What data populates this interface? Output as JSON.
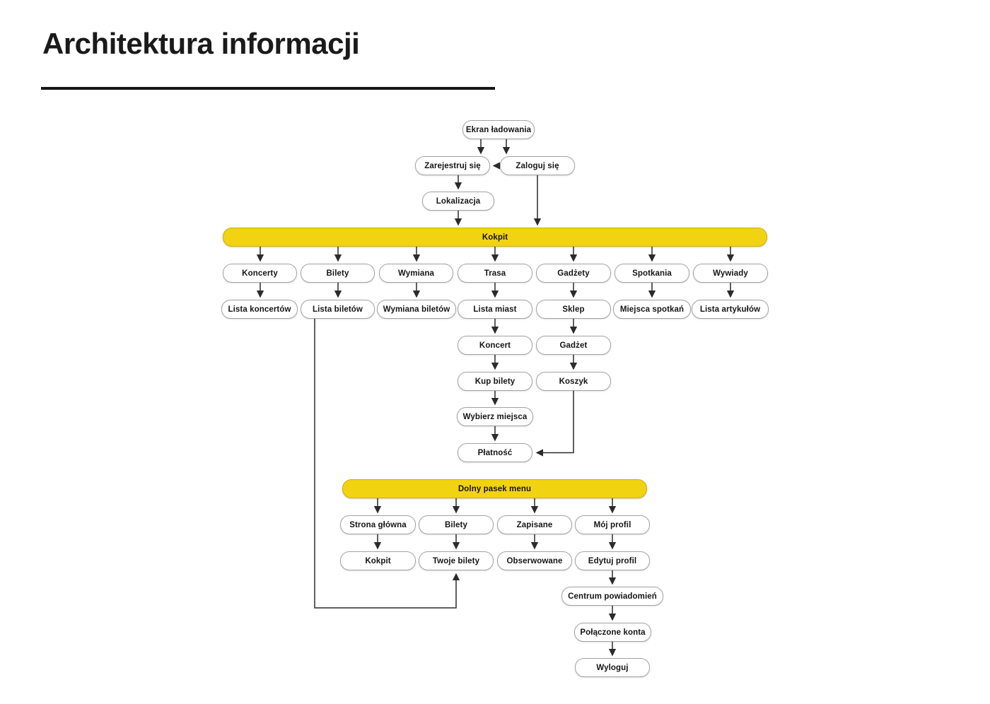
{
  "page": {
    "title": "Architektura informacji"
  },
  "colors": {
    "background": "#ffffff",
    "accent_yellow": "#f2d311",
    "box_border": "#a3a3a3",
    "arrow": "#2b2b2b",
    "text": "#161616"
  },
  "nodes": {
    "ekran_ladowania": "Ekran ładowania",
    "zarejestruj_sie": "Zarejestruj się",
    "zaloguj_sie": "Zaloguj się",
    "lokalizacja": "Lokalizacja",
    "kokpit_bar": "Kokpit",
    "koncerty": "Koncerty",
    "bilety": "Bilety",
    "wymiana": "Wymiana",
    "trasa": "Trasa",
    "gadzety": "Gadżety",
    "spotkania": "Spotkania",
    "wywiady": "Wywiady",
    "lista_koncertow": "Lista koncertów",
    "lista_biletow": "Lista biletów",
    "wymiana_biletow": "Wymiana biletów",
    "lista_miast": "Lista miast",
    "sklep": "Sklep",
    "miejsca_spotkan": "Miejsca spotkań",
    "lista_artykulow": "Lista artykułów",
    "koncert": "Koncert",
    "gadzet": "Gadżet",
    "kup_bilety": "Kup bilety",
    "koszyk": "Koszyk",
    "wybierz_miejsca": "Wybierz miejsca",
    "platnosc": "Płatność",
    "dolny_pasek_menu": "Dolny pasek menu",
    "strona_glowna": "Strona główna",
    "bilety_menu": "Bilety",
    "zapisane": "Zapisane",
    "moj_profil": "Mój profil",
    "kokpit_menu": "Kokpit",
    "twoje_bilety": "Twoje bilety",
    "obserwowane": "Obserwowane",
    "edytuj_profil": "Edytuj profil",
    "centrum_powiadomien": "Centrum powiadomień",
    "polaczone_konta": "Połączone konta",
    "wyloguj": "Wyloguj"
  },
  "edges": [
    [
      "ekran_ladowania",
      "zarejestruj_sie"
    ],
    [
      "ekran_ladowania",
      "zaloguj_sie"
    ],
    [
      "zaloguj_sie",
      "zarejestruj_sie"
    ],
    [
      "zarejestruj_sie",
      "lokalizacja"
    ],
    [
      "lokalizacja",
      "kokpit_bar"
    ],
    [
      "zaloguj_sie",
      "kokpit_bar"
    ],
    [
      "kokpit_bar",
      "koncerty"
    ],
    [
      "kokpit_bar",
      "bilety"
    ],
    [
      "kokpit_bar",
      "wymiana"
    ],
    [
      "kokpit_bar",
      "trasa"
    ],
    [
      "kokpit_bar",
      "gadzety"
    ],
    [
      "kokpit_bar",
      "spotkania"
    ],
    [
      "kokpit_bar",
      "wywiady"
    ],
    [
      "koncerty",
      "lista_koncertow"
    ],
    [
      "bilety",
      "lista_biletow"
    ],
    [
      "wymiana",
      "wymiana_biletow"
    ],
    [
      "trasa",
      "lista_miast"
    ],
    [
      "gadzety",
      "sklep"
    ],
    [
      "spotkania",
      "miejsca_spotkan"
    ],
    [
      "wywiady",
      "lista_artykulow"
    ],
    [
      "lista_miast",
      "koncert"
    ],
    [
      "sklep",
      "gadzet"
    ],
    [
      "koncert",
      "kup_bilety"
    ],
    [
      "gadzet",
      "koszyk"
    ],
    [
      "kup_bilety",
      "wybierz_miejsca"
    ],
    [
      "wybierz_miejsca",
      "platnosc"
    ],
    [
      "koszyk",
      "platnosc"
    ],
    [
      "dolny_pasek_menu",
      "strona_glowna"
    ],
    [
      "dolny_pasek_menu",
      "bilety_menu"
    ],
    [
      "dolny_pasek_menu",
      "zapisane"
    ],
    [
      "dolny_pasek_menu",
      "moj_profil"
    ],
    [
      "strona_glowna",
      "kokpit_menu"
    ],
    [
      "bilety_menu",
      "twoje_bilety"
    ],
    [
      "zapisane",
      "obserwowane"
    ],
    [
      "moj_profil",
      "edytuj_profil"
    ],
    [
      "lista_biletow",
      "twoje_bilety"
    ],
    [
      "edytuj_profil",
      "centrum_powiadomien"
    ],
    [
      "centrum_powiadomien",
      "polaczone_konta"
    ],
    [
      "polaczone_konta",
      "wyloguj"
    ]
  ]
}
